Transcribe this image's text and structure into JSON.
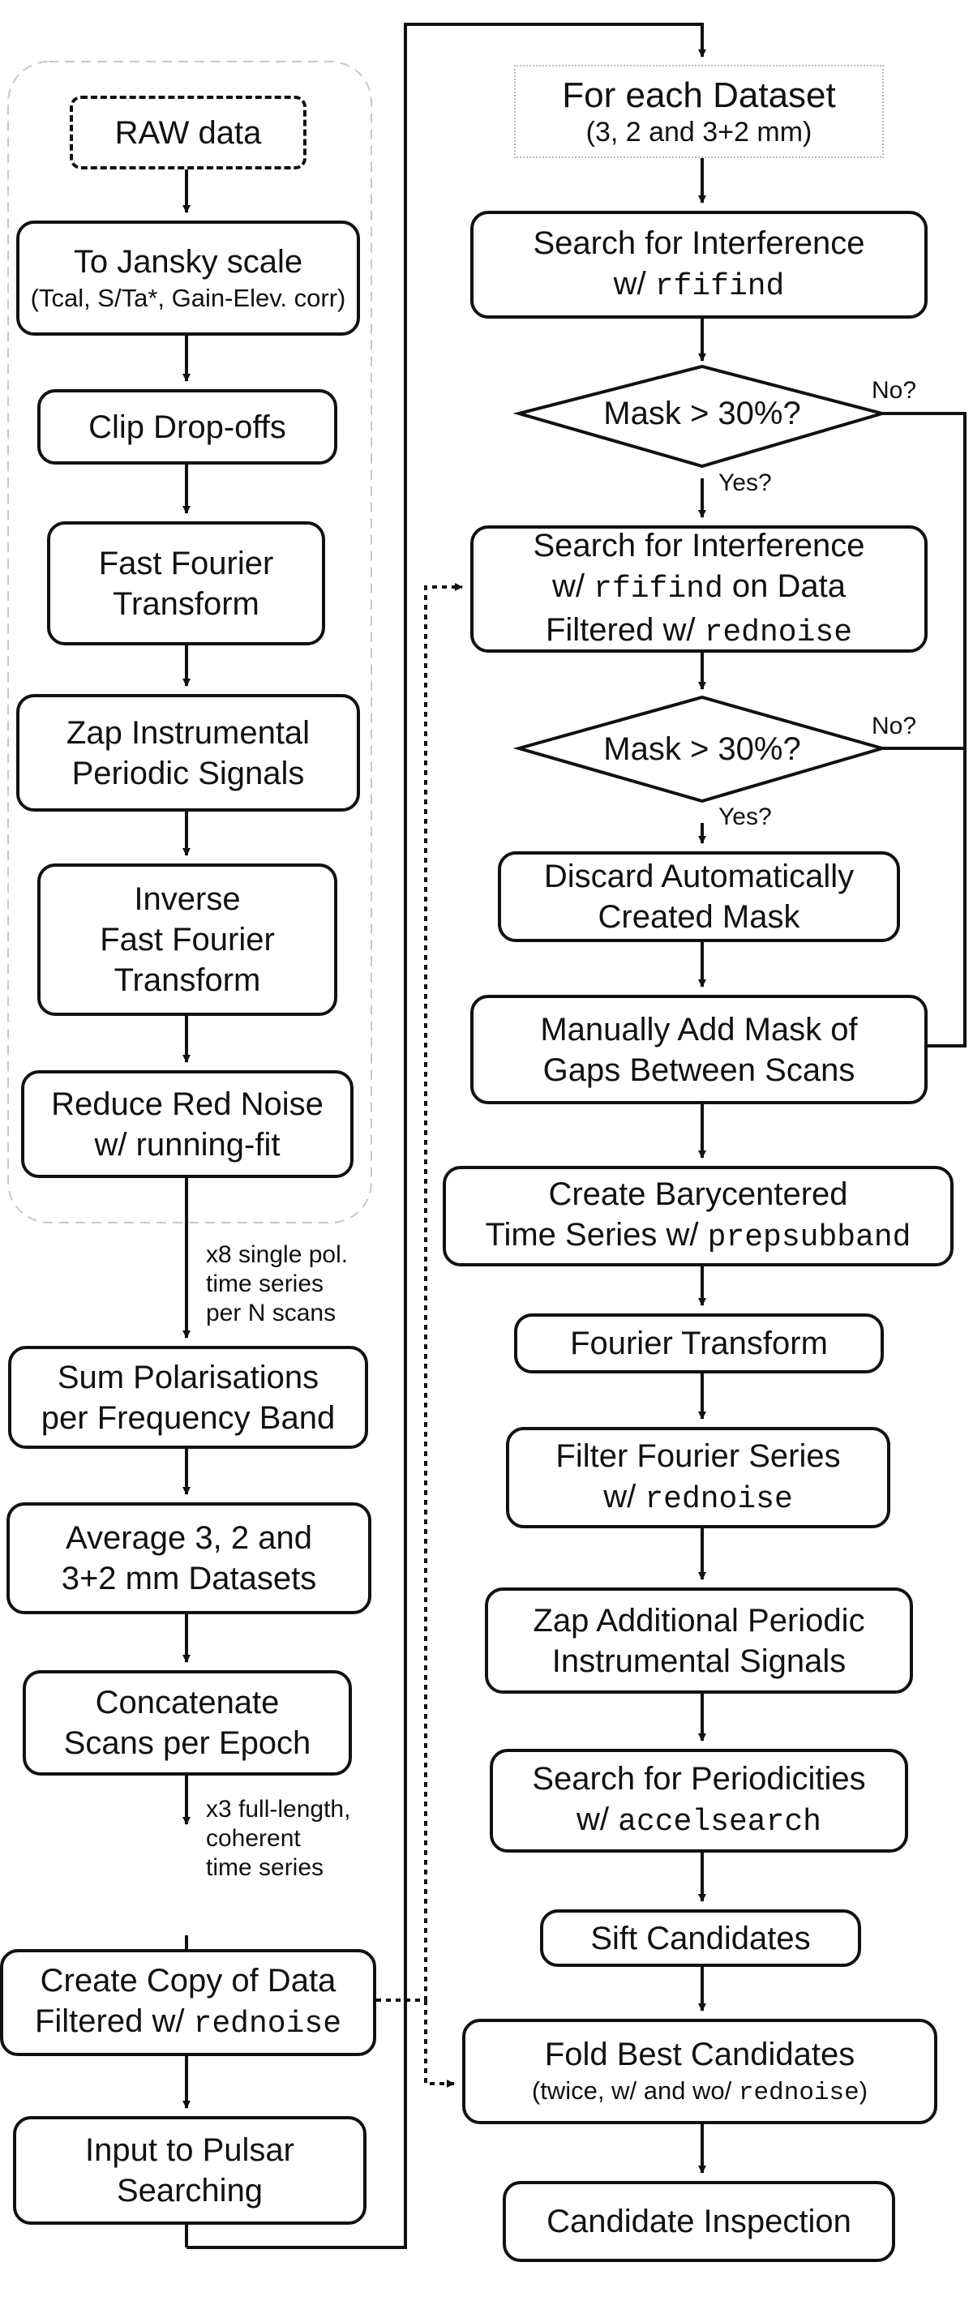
{
  "left": {
    "raw": "RAW data",
    "jansky": {
      "line1": "To Jansky scale",
      "line2": "(Tcal, S/Ta*, Gain-Elev. corr)"
    },
    "clip": "Clip Drop-offs",
    "fft": {
      "line1": "Fast Fourier",
      "line2": "Transform"
    },
    "zap": {
      "line1": "Zap Instrumental",
      "line2": "Periodic Signals"
    },
    "ifft": {
      "line1": "Inverse",
      "line2": "Fast Fourier",
      "line3": "Transform"
    },
    "rednoise": {
      "line1": "Reduce Red Noise",
      "line2": "w/ running-fit"
    },
    "note1": {
      "line1": "x8 single pol.",
      "line2": "time series",
      "line3": "per N scans"
    },
    "sum": {
      "line1": "Sum Polarisations",
      "line2": "per Frequency Band"
    },
    "average": {
      "line1": "Average 3, 2 and",
      "line2": "3+2 mm Datasets"
    },
    "concat": {
      "line1": "Concatenate",
      "line2": "Scans per Epoch"
    },
    "note2": {
      "line1": "x3 full-length,",
      "line2": "coherent",
      "line3": "time series"
    },
    "copy": {
      "line1": "Create Copy of Data",
      "line2_text": "Filtered w/ ",
      "line2_code": "rednoise"
    },
    "input": {
      "line1": "Input to Pulsar",
      "line2": "Searching"
    }
  },
  "right": {
    "dataset": {
      "line1": "For each Dataset",
      "line2": "(3, 2 and 3+2 mm)"
    },
    "search1": {
      "line1": "Search for Interference",
      "line2_text": "w/ ",
      "line2_code": "rfifind"
    },
    "mask1": "Mask > 30%?",
    "no1": "No?",
    "yes1": "Yes?",
    "search2": {
      "line1": "Search for Interference",
      "line2_a": "w/ ",
      "line2_code": "rfifind",
      "line2_b": " on Data",
      "line3_text": "Filtered w/ ",
      "line3_code": "rednoise"
    },
    "mask2": "Mask > 30%?",
    "no2": "No?",
    "yes2": "Yes?",
    "discard": {
      "line1": "Discard Automatically",
      "line2": "Created Mask"
    },
    "manual": {
      "line1": "Manually Add Mask of",
      "line2": "Gaps Between Scans"
    },
    "bary": {
      "line1": "Create Barycentered",
      "line2_text": "Time Series w/ ",
      "line2_code": "prepsubband"
    },
    "ft": "Fourier Transform",
    "filter": {
      "line1": "Filter Fourier Series",
      "line2_text": "w/ ",
      "line2_code": "rednoise"
    },
    "zapadd": {
      "line1": "Zap Additional Periodic",
      "line2": "Instrumental Signals"
    },
    "periodic": {
      "line1": "Search for Periodicities",
      "line2_text": "w/ ",
      "line2_code": "accelsearch"
    },
    "sift": "Sift Candidates",
    "fold": {
      "line1": "Fold Best Candidates",
      "line2_a": "(twice, w/ and wo/ ",
      "line2_code": "rednoise",
      "line2_b": ")"
    },
    "inspect": "Candidate Inspection"
  }
}
